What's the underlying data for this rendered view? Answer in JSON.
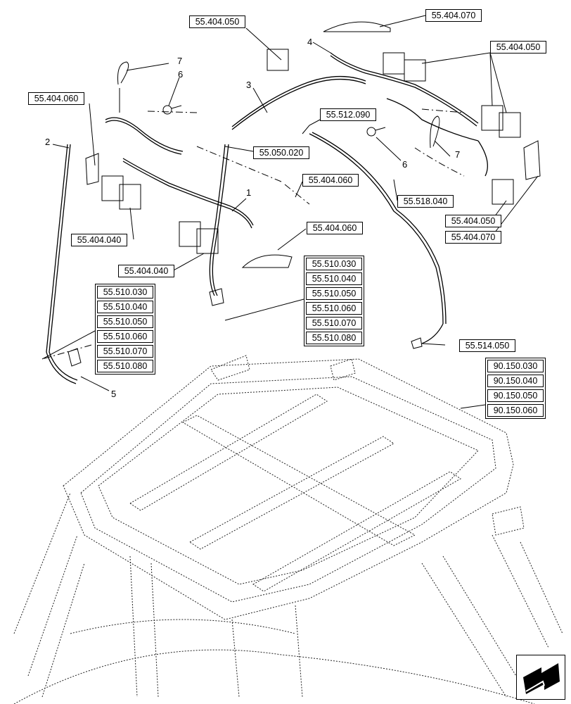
{
  "refs": {
    "r_404_050_top": "55.404.050",
    "r_404_070_top": "55.404.070",
    "r_404_050_right": "55.404.050",
    "r_404_060_left": "55.404.060",
    "r_512_090": "55.512.090",
    "r_050_020": "55.050.020",
    "r_404_060_mid": "55.404.060",
    "r_518_040": "55.518.040",
    "r_404_050_low": "55.404.050",
    "r_404_070_low": "55.404.070",
    "r_404_040_a": "55.404.040",
    "r_404_040_b": "55.404.040",
    "r_404_060_lamp": "55.404.060",
    "r_514_050": "55.514.050"
  },
  "stack_mid": [
    "55.510.030",
    "55.510.040",
    "55.510.050",
    "55.510.060",
    "55.510.070",
    "55.510.080"
  ],
  "stack_left": [
    "55.510.030",
    "55.510.040",
    "55.510.050",
    "55.510.060",
    "55.510.070",
    "55.510.080"
  ],
  "stack_right": [
    "90.150.030",
    "90.150.040",
    "90.150.050",
    "90.150.060"
  ],
  "callouts": {
    "c1": "1",
    "c2": "2",
    "c3": "3",
    "c4": "4",
    "c5": "5",
    "c6a": "6",
    "c6b": "6",
    "c7a": "7",
    "c7b": "7"
  }
}
